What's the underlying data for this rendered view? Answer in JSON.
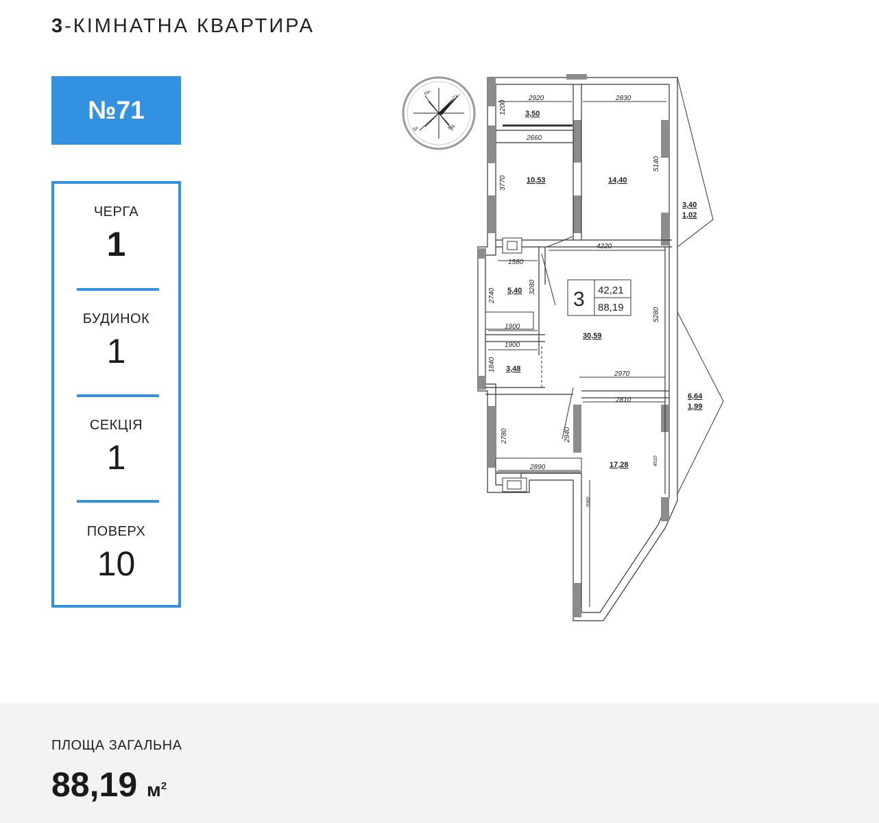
{
  "header": {
    "rooms_number": "3",
    "title_rest": "-КІМНАТНА КВАРТИРА"
  },
  "apartment": {
    "badge": "№71"
  },
  "info": {
    "queue_label": "ЧЕРГА",
    "queue_value": "1",
    "building_label": "БУДИНОК",
    "building_value": "1",
    "section_label": "СЕКЦІЯ",
    "section_value": "1",
    "floor_label": "ПОВЕРХ",
    "floor_value": "10"
  },
  "plan": {
    "compass": {
      "n": "Пн.",
      "e": "Сх.",
      "s": "Пд.",
      "w": "Зх."
    },
    "summary": {
      "rooms": "3",
      "living_area": "42,21",
      "total_area": "88,19"
    },
    "rooms": {
      "storage_top": "3,50",
      "bedroom_1": "10,53",
      "bedroom_2": "14,40",
      "bathroom_1": "5,40",
      "bathroom_2": "3,48",
      "living": "30,59",
      "bedroom_3": "17,28",
      "balcony_1_area": "3,40",
      "balcony_1_reduced": "1,02",
      "balcony_2_area": "6,64",
      "balcony_2_reduced": "1,99"
    },
    "dimensions": {
      "d2920": "2920",
      "d2830": "2830",
      "d1200": "1200",
      "d2660": "2660",
      "d3770": "3770",
      "d5140": "5140",
      "d4220": "4220",
      "d1580": "1580",
      "d2740": "2740",
      "d3280": "3280",
      "d1900a": "1900",
      "d1900b": "1900",
      "d1840": "1840",
      "d5280": "5280",
      "d2970": "2970",
      "d2810": "2810",
      "d2780": "2780",
      "d2940": "2940",
      "d2890": "2890",
      "d4510": "4510",
      "d7060": "7060"
    }
  },
  "footer": {
    "area_label": "ПЛОЩА ЗАГАЛЬНА",
    "area_value": "88,19",
    "area_unit": "м",
    "area_unit_sup": "2"
  },
  "colors": {
    "accent": "#3391e2",
    "footer_bg": "#f3f3f3",
    "wall": "#8c8c8c"
  }
}
